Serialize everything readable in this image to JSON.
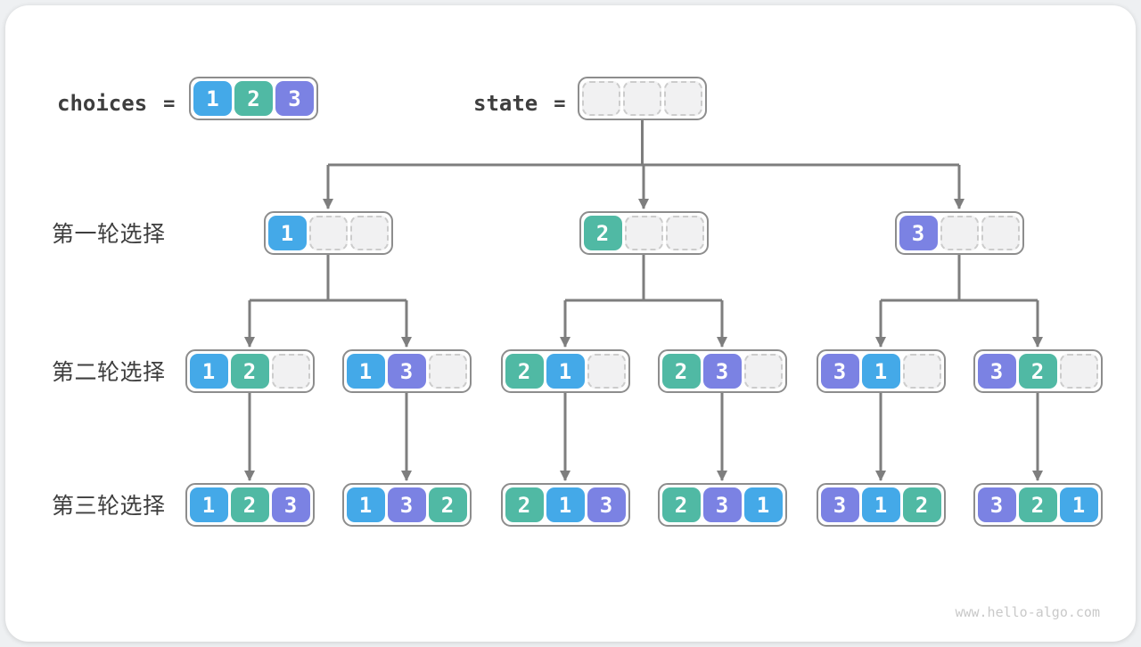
{
  "colors": {
    "value1": "#44a9e8",
    "value2": "#50b9a4",
    "value3": "#7b82e3",
    "empty_fill": "#f1f1f2",
    "empty_border": "#cccccc",
    "box_border": "#8d8d8d",
    "arrow": "#7e7e7e",
    "label_text": "#3e3e3e",
    "watermark_text": "#c9c9c9"
  },
  "header": {
    "choices_label": "choices",
    "equals": "=",
    "choices": [
      1,
      2,
      3
    ],
    "state_label": "state",
    "state": [
      null,
      null,
      null
    ]
  },
  "tree": {
    "rows": [
      {
        "label": "第一轮选择",
        "nodes": [
          [
            1,
            null,
            null
          ],
          [
            2,
            null,
            null
          ],
          [
            3,
            null,
            null
          ]
        ]
      },
      {
        "label": "第二轮选择",
        "nodes": [
          [
            1,
            2,
            null
          ],
          [
            1,
            3,
            null
          ],
          [
            2,
            1,
            null
          ],
          [
            2,
            3,
            null
          ],
          [
            3,
            1,
            null
          ],
          [
            3,
            2,
            null
          ]
        ]
      },
      {
        "label": "第三轮选择",
        "nodes": [
          [
            1,
            2,
            3
          ],
          [
            1,
            3,
            2
          ],
          [
            2,
            1,
            3
          ],
          [
            2,
            3,
            1
          ],
          [
            3,
            1,
            2
          ],
          [
            3,
            2,
            1
          ]
        ]
      }
    ]
  },
  "footer": {
    "watermark": "www.hello-algo.com"
  }
}
